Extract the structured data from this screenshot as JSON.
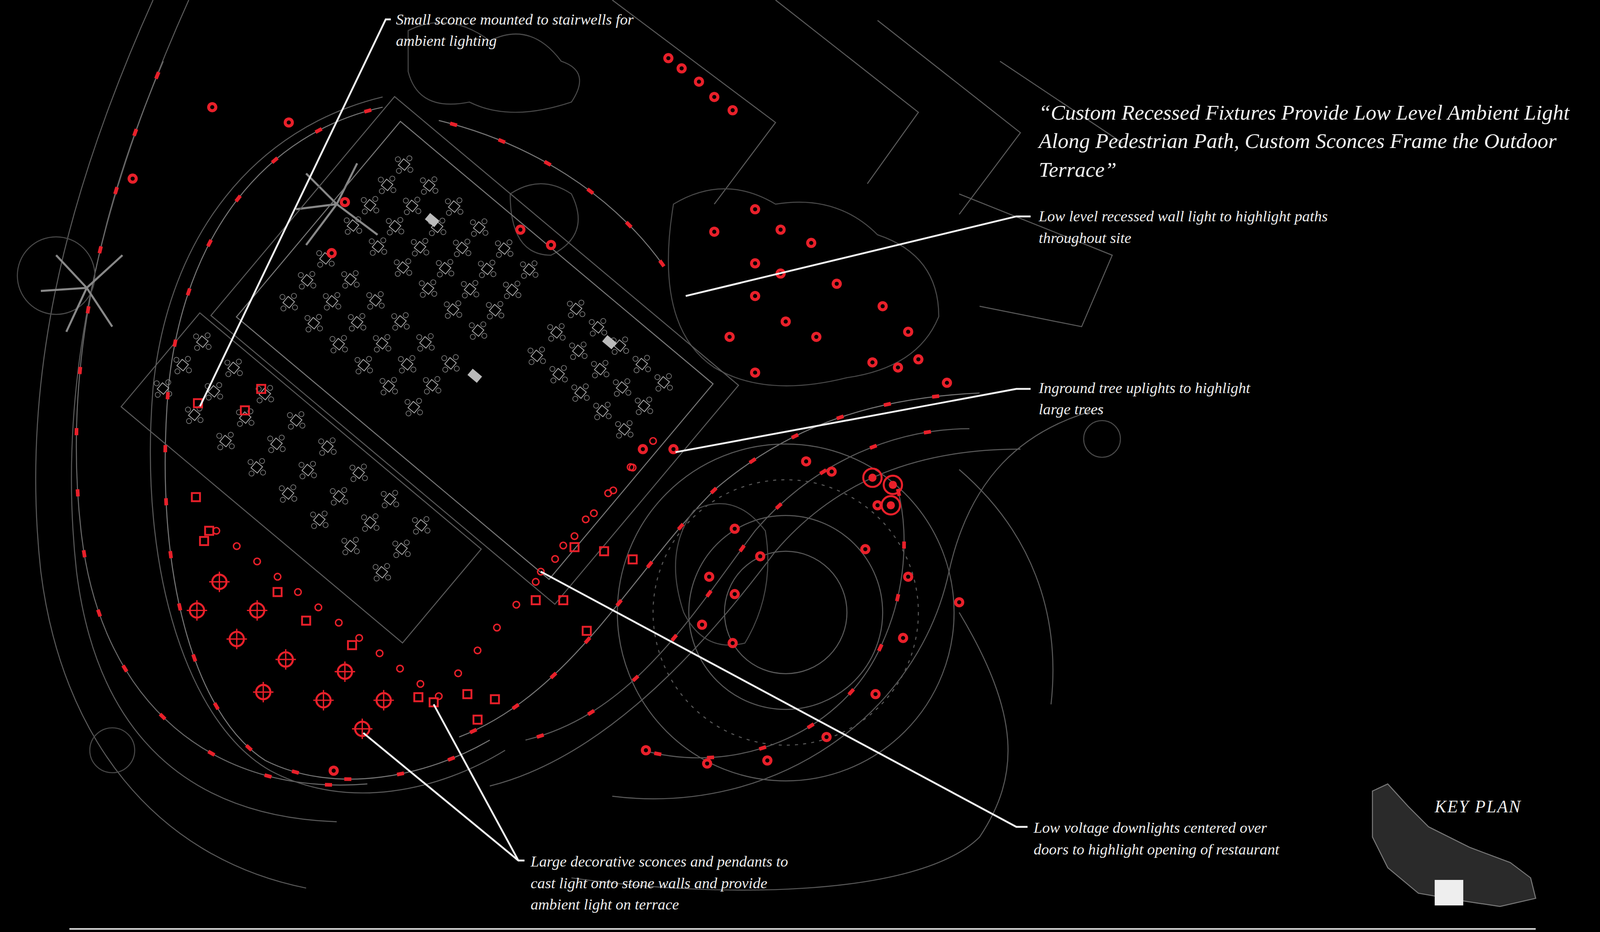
{
  "diagram": {
    "title": "“Custom Recessed Fixtures Provide Low Level Ambient Light Along Pedestrian Path, Custom Sconces Frame the Outdoor Terrace”",
    "labels": [
      "Small sconce mounted to stairwells for ambient lighting",
      "Low level recessed wall light to highlight paths throughout site",
      "Inground tree uplights to highlight large trees",
      "Low voltage downlights centered over doors to highlight opening of restaurant",
      "Large decorative sconces and pendants to cast light onto stone walls and provide ambient light on terrace",
      "KEY PLAN"
    ]
  }
}
